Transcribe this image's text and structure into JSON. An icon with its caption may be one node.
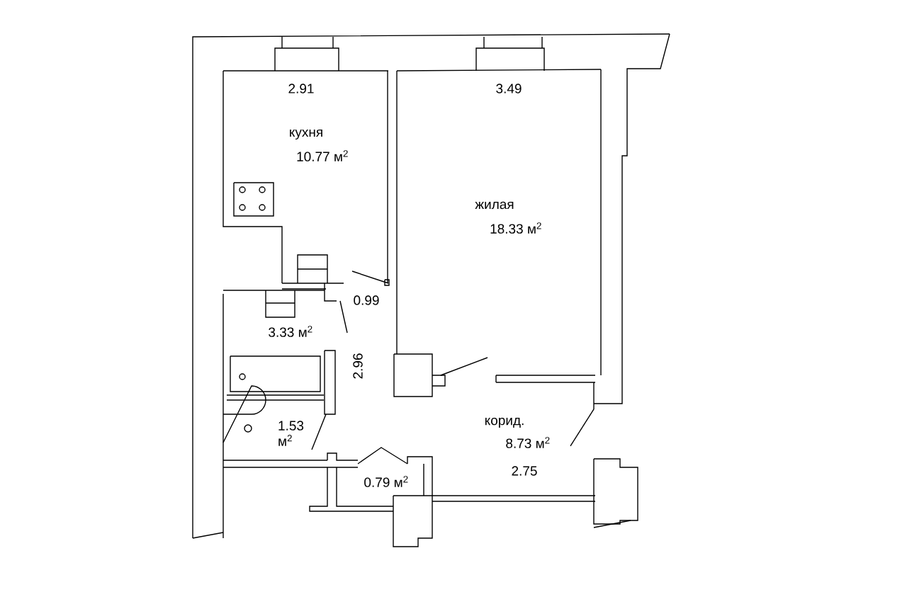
{
  "diagram": {
    "labels": [
      "2.91",
      "3.49",
      "кухня",
      "10.77 м$^{2}$",
      "жилая",
      "18.33 м$^{2}$",
      "0.99",
      "3.33 м$^{2}$",
      "2.96",
      "1.53 м$^{2}$",
      "корид.",
      "8.73 м$^{2}$",
      "0.79 м$^{2}$",
      "2.75"
    ]
  }
}
